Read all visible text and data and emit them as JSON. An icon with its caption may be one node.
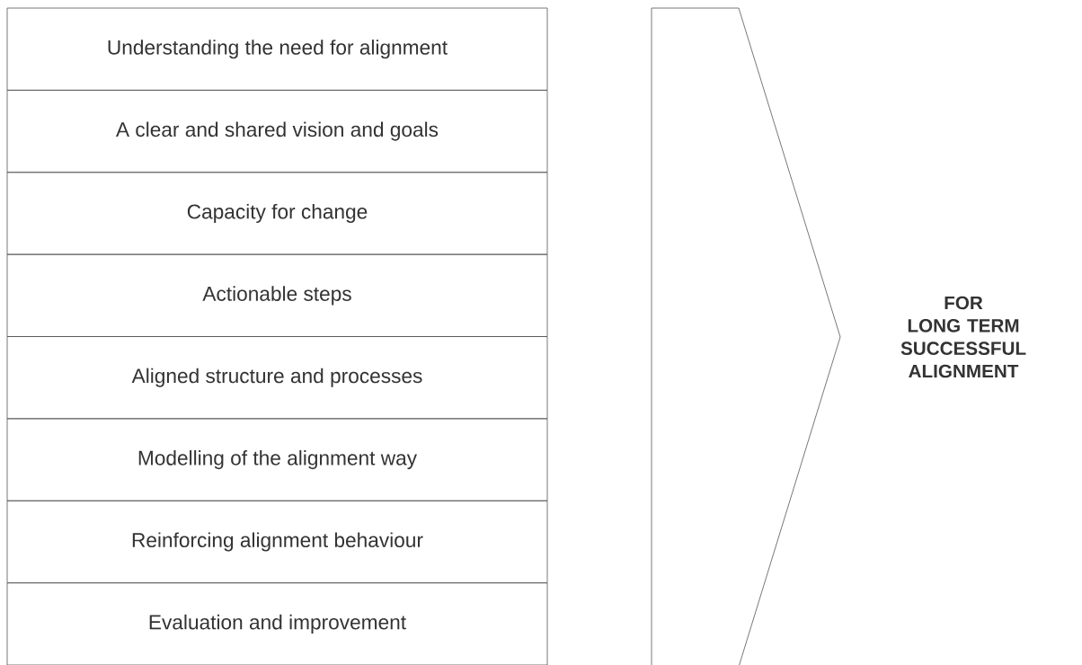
{
  "diagram": {
    "nodes": [
      {
        "text": [
          "Understanding the need for alignment"
        ]
      },
      {
        "text": [
          "A clear and shared vision and goals"
        ]
      },
      {
        "text": [
          "Capacity for change"
        ]
      },
      {
        "text": [
          "Actionable steps"
        ]
      },
      {
        "text": [
          "Aligned structure and processes"
        ]
      },
      {
        "text": [
          "Modelling of the alignment way"
        ]
      },
      {
        "text": [
          "Reinforcing alignment behaviour"
        ]
      },
      {
        "text": [
          "Evaluation and improvement"
        ]
      },
      {
        "text": [
          "FOR LONG TERM SUCCESSFUL ALIGNMENT"
        ]
      }
    ]
  }
}
